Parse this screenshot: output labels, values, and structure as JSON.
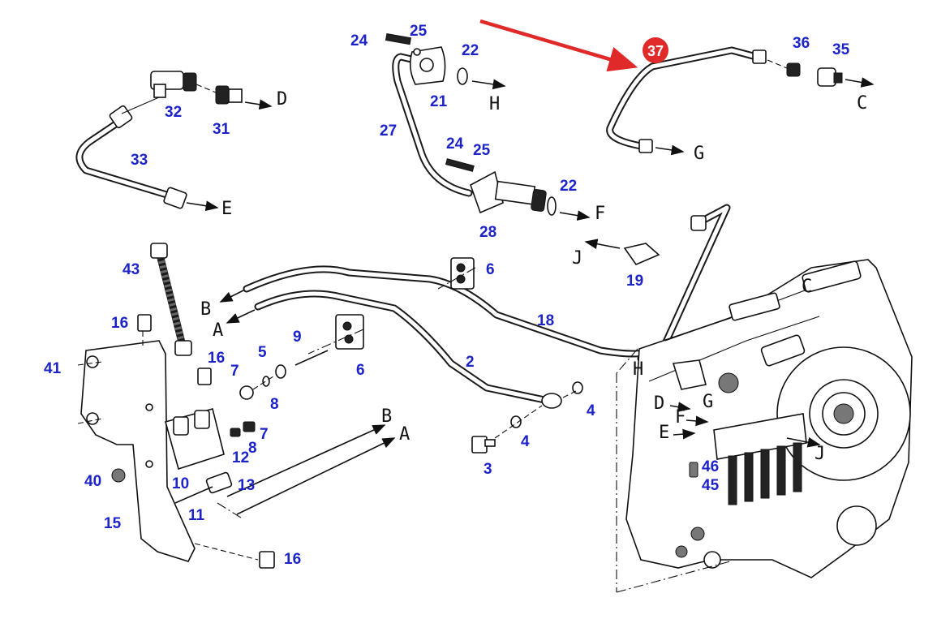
{
  "highlight": {
    "badge_text": "37",
    "badge_color": "#e02a2a",
    "arrow_color": "#e02a2a"
  },
  "part_numbers": {
    "p24a": "24",
    "p25a": "25",
    "p22a": "22",
    "p21": "21",
    "p32": "32",
    "p31": "31",
    "p36": "36",
    "p35": "35",
    "p27": "27",
    "p33": "33",
    "p24b": "24",
    "p25b": "25",
    "p22b": "22",
    "p28": "28",
    "p19": "19",
    "p43": "43",
    "p6a": "6",
    "p18": "18",
    "p16a": "16",
    "p9": "9",
    "p5": "5",
    "p16b": "16",
    "p7a": "7",
    "p6b": "6",
    "p41": "41",
    "p8a": "8",
    "p2": "2",
    "p4a": "4",
    "p4b": "4",
    "p7b": "7",
    "p8b": "8",
    "p12": "12",
    "p3": "3",
    "p46": "46",
    "p45": "45",
    "p40": "40",
    "p10": "10",
    "p13": "13",
    "p11": "11",
    "p15": "15",
    "p16c": "16"
  },
  "port_letters": {
    "D1": "D",
    "H1": "H",
    "C1": "C",
    "E1": "E",
    "F1": "F",
    "G1": "G",
    "J1": "J",
    "B1": "B",
    "A1": "A",
    "B2": "B",
    "A2": "A",
    "C2": "C",
    "H2": "H",
    "D2": "D",
    "G2": "G",
    "F2": "F",
    "E2": "E",
    "J2": "J"
  },
  "colors": {
    "label": "#1c23c8",
    "line": "#111111"
  }
}
